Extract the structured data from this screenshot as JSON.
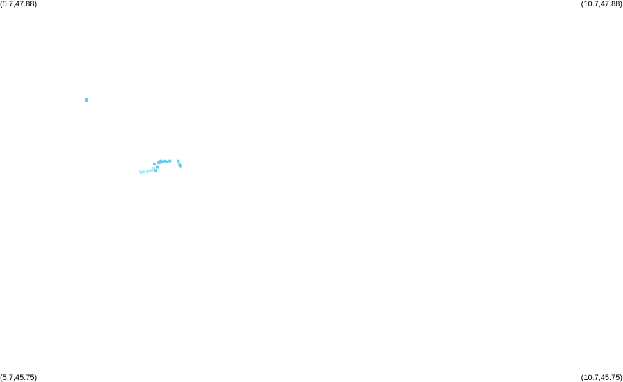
{
  "corners": {
    "top_left": "(5.7,47.88)",
    "top_right": "(10.7,47.88)",
    "bottom_left": "(5.7,45.75)",
    "bottom_right": "(10.7,45.75)"
  },
  "extent": {
    "lon_min": 5.7,
    "lon_max": 10.7,
    "lat_min": 45.75,
    "lat_max": 47.88
  },
  "colors": {
    "background": "#ffffff",
    "cell_strong": "#5bd0f2",
    "cell_light": "#a8eefa",
    "text": "#000000"
  },
  "cells": [
    {
      "lon": 6.395,
      "lat": 47.327,
      "level": "strong"
    },
    {
      "lon": 6.395,
      "lat": 47.318,
      "level": "strong"
    },
    {
      "lon": 6.823,
      "lat": 46.926,
      "level": "light"
    },
    {
      "lon": 6.834,
      "lat": 46.918,
      "level": "light"
    },
    {
      "lon": 6.851,
      "lat": 46.922,
      "level": "light"
    },
    {
      "lon": 6.879,
      "lat": 46.922,
      "level": "light"
    },
    {
      "lon": 6.89,
      "lat": 46.926,
      "level": "light"
    },
    {
      "lon": 6.918,
      "lat": 46.93,
      "level": "light"
    },
    {
      "lon": 6.935,
      "lat": 46.939,
      "level": "light"
    },
    {
      "lon": 6.946,
      "lat": 46.93,
      "level": "strong"
    },
    {
      "lon": 6.94,
      "lat": 46.965,
      "level": "strong"
    },
    {
      "lon": 6.963,
      "lat": 46.948,
      "level": "strong"
    },
    {
      "lon": 6.974,
      "lat": 46.974,
      "level": "strong"
    },
    {
      "lon": 6.985,
      "lat": 46.974,
      "level": "strong"
    },
    {
      "lon": 6.991,
      "lat": 46.982,
      "level": "strong"
    },
    {
      "lon": 7.002,
      "lat": 46.978,
      "level": "strong"
    },
    {
      "lon": 7.019,
      "lat": 46.982,
      "level": "strong"
    },
    {
      "lon": 7.036,
      "lat": 46.978,
      "level": "strong"
    },
    {
      "lon": 7.064,
      "lat": 46.982,
      "level": "strong"
    },
    {
      "lon": 7.131,
      "lat": 46.982,
      "level": "strong"
    },
    {
      "lon": 7.142,
      "lat": 46.961,
      "level": "strong"
    },
    {
      "lon": 7.148,
      "lat": 46.952,
      "level": "strong"
    }
  ]
}
